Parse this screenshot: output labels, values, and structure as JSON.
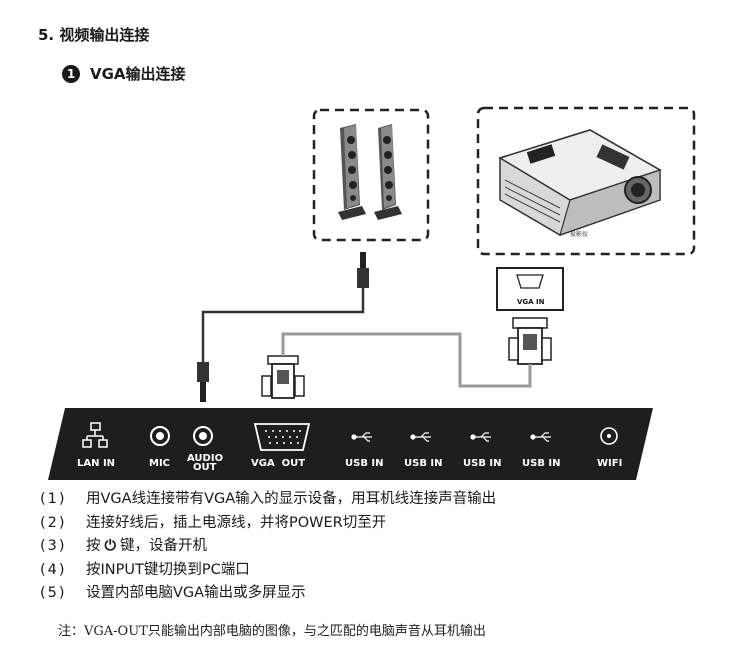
{
  "section_title": "5. 视频输出连接",
  "sub_title": {
    "number": "1",
    "text": "VGA输出连接"
  },
  "diagram": {
    "projector_label": "投影仪",
    "vga_in_label": "VGA IN",
    "panel_ports": {
      "lan_in": "LAN IN",
      "mic": "MIC",
      "audio_out_line1": "AUDIO",
      "audio_out_line2": "OUT",
      "vga_out": "VGA  OUT",
      "usb1": "USB IN",
      "usb2": "USB IN",
      "usb3": "USB IN",
      "usb4": "USB IN",
      "wifi": "WIFI"
    }
  },
  "steps": [
    {
      "index": "(1)",
      "text": "用VGA线连接带有VGA输入的显示设备，用耳机线连接声音输出"
    },
    {
      "index": "(2)",
      "text": "连接好线后，插上电源线，并将POWER切至开"
    },
    {
      "index": "(3)",
      "before": "按",
      "icon": "power-icon",
      "after": "键，设备开机"
    },
    {
      "index": "(4)",
      "text": "按INPUT键切换到PC端口"
    },
    {
      "index": "(5)",
      "text": "设置内部电脑VGA输出或多屏显示"
    }
  ],
  "note": "注：VGA-OUT只能输出内部电脑的图像，与之匹配的电脑声音从耳机输出"
}
